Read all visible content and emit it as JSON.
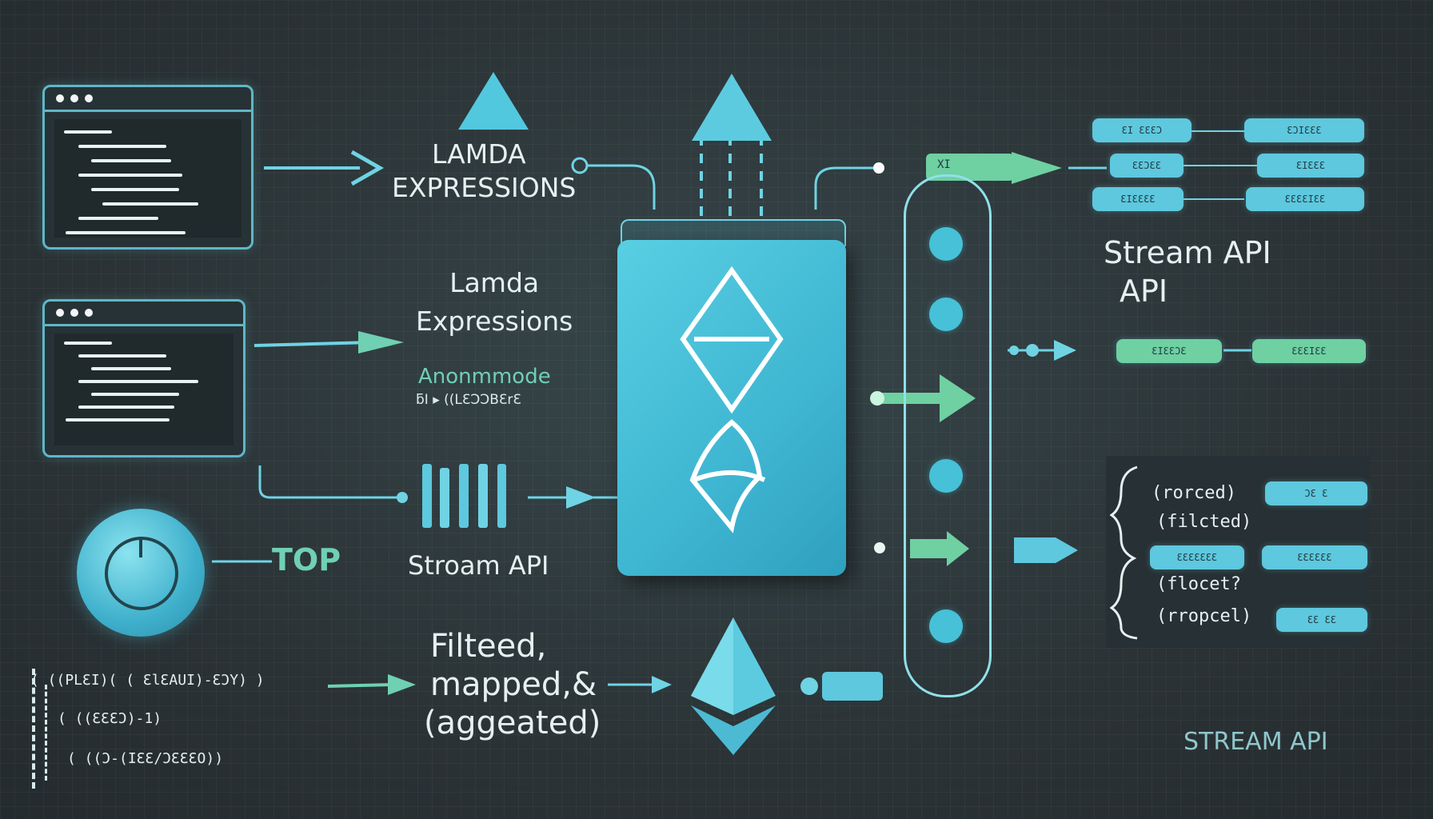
{
  "labels": {
    "lamda_expressions_line1": "LAMDA",
    "lamda_expressions_line2": "EXPRESSIONS",
    "lambda_expressions_line1": "Lamda",
    "lambda_expressions_line2": "Expressions",
    "anonymode": "Anonmmode",
    "anonymode_sub": "ƃI ▸ ((LƐƆƆBƐrƐ",
    "top": "TOP",
    "stream_api_mid": "Stroam API",
    "stream_api_right_line1": "Stream API",
    "stream_api_right_line2": "API",
    "filtered_line1": "Filteed,",
    "filtered_line2": "mapped,&",
    "filtered_line3": "(aggeated)",
    "stream_api_bottom": "STREAM API"
  },
  "code_snippet": {
    "line1": "( ((PLƐI)( ( ƐlƐAUI)-ƐƆY) )",
    "line2": "( ((ƐƐƐƆ)-1)",
    "line3": "( ((Ɔ-(IƐƐ/ƆƐƐƐO))"
  },
  "right_pills": {
    "row1_left": "ƐI ƐƐƐƆ",
    "row1_right": "ƐƆIƐƐƐ",
    "row2_left": "ƐƐƆƐƐ",
    "row2_right": "ƐIƐƐƐ",
    "row3_left": "ƐIƐƐƐƐ",
    "row3_right": "ƐƐƐƐIƐƐ",
    "row4_left": "ƐIƐƐƆƐ",
    "row4_right": "ƐƐƐIƐƐ",
    "rail_tag": "XI"
  },
  "lambda_list": {
    "item1": "(rorced)",
    "item2": "(filcted)",
    "item3": "(flocet?",
    "item4": "(rropcel)",
    "pill_a": "ƆƐ Ɛ",
    "pill_b_left": "ƐƐƐƐƐƐƐ",
    "pill_b_right": "ƐƐƐƐƐƐ",
    "pill_c": "ƐƐ ƐƐ"
  },
  "colors": {
    "background": "#2c3538",
    "accent_cyan": "#5ec8de",
    "accent_green": "#6fd0a2",
    "core_block": "#45bfd8",
    "text": "#e6f0f1"
  }
}
